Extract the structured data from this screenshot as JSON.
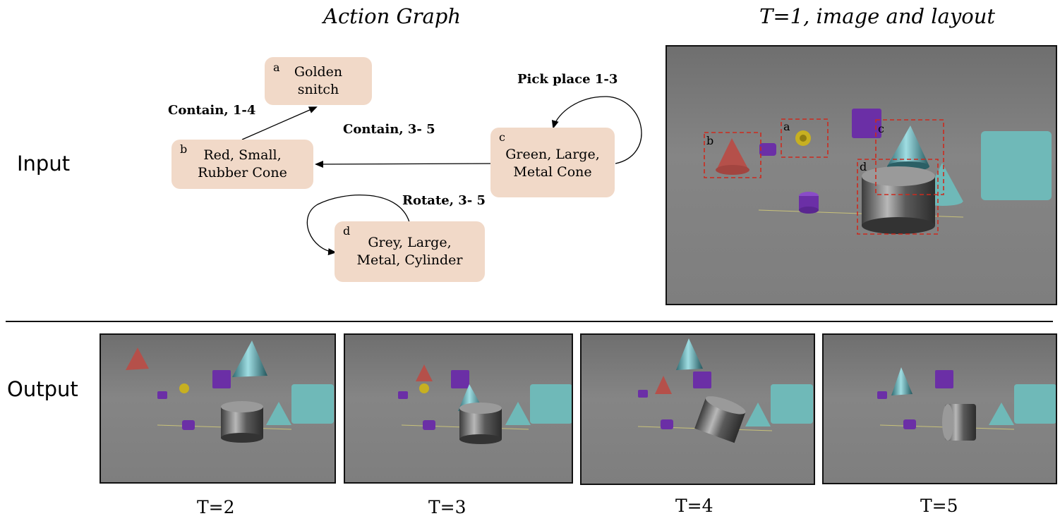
{
  "headings": {
    "action_graph": "Action Graph",
    "input_image": "T=1, image and layout"
  },
  "row_labels": {
    "input": "Input",
    "output": "Output"
  },
  "graph": {
    "nodes": {
      "a": {
        "key": "a",
        "line1": "Golden",
        "line2": "snitch"
      },
      "b": {
        "key": "b",
        "line1": "Red, Small,",
        "line2": "Rubber Cone"
      },
      "c": {
        "key": "c",
        "line1": "Green, Large,",
        "line2": "Metal Cone"
      },
      "d": {
        "key": "d",
        "line1": "Grey, Large,",
        "line2": "Metal, Cylinder"
      }
    },
    "edges": {
      "b_to_a": "Contain, 1-4",
      "c_to_b": "Contain, 3- 5",
      "c_self": "Pick place 1-3",
      "d_self": "Rotate, 3- 5"
    }
  },
  "layout_boxes": {
    "a": "a",
    "b": "b",
    "c": "c",
    "d": "d"
  },
  "outputs": [
    {
      "label": "T=2"
    },
    {
      "label": "T=3"
    },
    {
      "label": "T=4"
    },
    {
      "label": "T=5"
    }
  ],
  "colors": {
    "node_fill": "#f1d9c8",
    "bbox": "#cc2a1e",
    "red_cone": "#b5504a",
    "green_cone": "#3e8f98",
    "cyan": "#6fb9b8",
    "purple": "#6b2fa6",
    "gold": "#c7b021",
    "metal": "#8a8a8a"
  }
}
